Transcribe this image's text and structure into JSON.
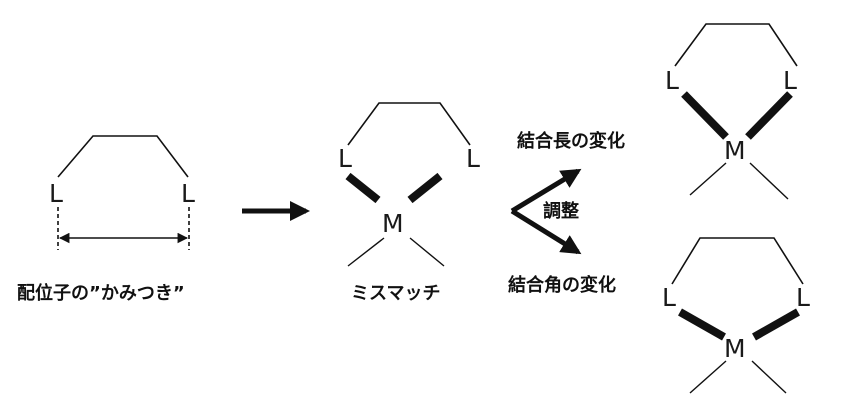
{
  "colors": {
    "ink": "#111111",
    "background": "#ffffff"
  },
  "atoms": {
    "ligand": "L",
    "metal": "M"
  },
  "captions": {
    "bite": "配位子の”かみつき”",
    "mismatch": "ミスマッチ",
    "bond_length_change": "結合長の変化",
    "adjust": "調整",
    "bond_angle_change": "結合角の変化"
  }
}
